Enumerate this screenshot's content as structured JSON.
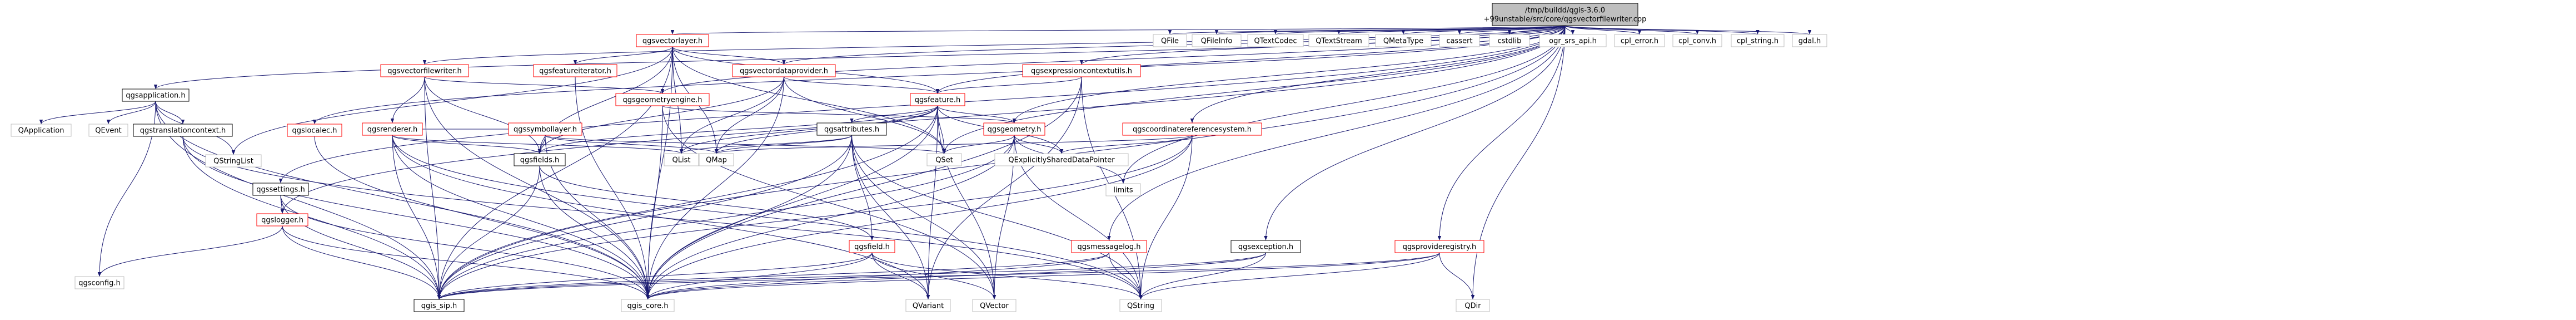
{
  "colors": {
    "edge": "#191970",
    "root_fill": "#bfbfbf",
    "node_border_default": "#000000",
    "node_border_red": "#ff0000",
    "node_fill": "#ffffff",
    "text_default": "#000000"
  },
  "nodes": [
    {
      "id": "root",
      "lines": [
        "/tmp/buildd/qgis-3.6.0",
        "+99unstable/src/core/qgsvectorfilewriter.cpp"
      ],
      "style": "root"
    },
    {
      "id": "qgsapplication",
      "lines": [
        "qgsapplication.h"
      ],
      "style": "black"
    },
    {
      "id": "qgsvectorfilewriter",
      "lines": [
        "qgsvectorfilewriter.h"
      ],
      "style": "red"
    },
    {
      "id": "qgslocalizer",
      "lines": [
        "qgslocalec.h"
      ],
      "style": "red"
    },
    {
      "id": "qgsvectorlayer",
      "lines": [
        "qgsvectorlayer.h"
      ],
      "style": "red"
    },
    {
      "id": "qgsfeatureiterator",
      "lines": [
        "qgsfeatureiterator.h"
      ],
      "style": "red"
    },
    {
      "id": "qgsgeometryengine",
      "lines": [
        "qgsgeometryengine.h"
      ],
      "style": "red"
    },
    {
      "id": "qgsvectordataprovider",
      "lines": [
        "qgsvectordataprovider.h"
      ],
      "style": "red"
    },
    {
      "id": "qgsexpressioncontextutils",
      "lines": [
        "qgsexpressioncontextutils.h"
      ],
      "style": "red"
    },
    {
      "id": "qgsfeature",
      "lines": [
        "qgsfeature.h"
      ],
      "style": "red"
    },
    {
      "id": "qgsgeometry",
      "lines": [
        "qgsgeometry.h"
      ],
      "style": "red"
    },
    {
      "id": "qgscoordinatereferencesystem",
      "lines": [
        "qgscoordinatereferencesystem.h"
      ],
      "style": "red"
    },
    {
      "id": "qgsrenderer",
      "lines": [
        "qgsrenderer.h"
      ],
      "style": "red"
    },
    {
      "id": "qgssymbollayer",
      "lines": [
        "qgssymbollayer.h"
      ],
      "style": "red"
    },
    {
      "id": "qgsattributes",
      "lines": [
        "qgsattributes.h"
      ],
      "style": "black"
    },
    {
      "id": "qgsfields",
      "lines": [
        "qgsfields.h"
      ],
      "style": "black"
    },
    {
      "id": "qgsfield",
      "lines": [
        "qgsfield.h"
      ],
      "style": "red"
    },
    {
      "id": "qgssettings",
      "lines": [
        "qgssettings.h"
      ],
      "style": "black"
    },
    {
      "id": "qgslogger",
      "lines": [
        "qgslogger.h"
      ],
      "style": "red"
    },
    {
      "id": "qgsmessagelog",
      "lines": [
        "qgsmessagelog.h"
      ],
      "style": "red"
    },
    {
      "id": "qgsexception",
      "lines": [
        "qgsexception.h"
      ],
      "style": "black"
    },
    {
      "id": "qgsprovideregistry",
      "lines": [
        "qgsprovideregistry.h"
      ],
      "style": "red"
    },
    {
      "id": "qgstranslationcontext",
      "lines": [
        "qgstranslationcontext.h"
      ],
      "style": "black"
    },
    {
      "id": "qgsconfig",
      "lines": [
        "qgsconfig.h"
      ],
      "style": "gray"
    },
    {
      "id": "qgis_sip",
      "lines": [
        "qgis_sip.h"
      ],
      "style": "black"
    },
    {
      "id": "qgis_core",
      "lines": [
        "qgis_core.h"
      ],
      "style": "gray"
    },
    {
      "id": "QApplication",
      "lines": [
        "QApplication"
      ],
      "style": "gray"
    },
    {
      "id": "QEvent",
      "lines": [
        "QEvent"
      ],
      "style": "gray"
    },
    {
      "id": "QStringList",
      "lines": [
        "QStringList"
      ],
      "style": "gray"
    },
    {
      "id": "QList",
      "lines": [
        "QList"
      ],
      "style": "gray"
    },
    {
      "id": "QMap",
      "lines": [
        "QMap"
      ],
      "style": "gray"
    },
    {
      "id": "QSet",
      "lines": [
        "QSet"
      ],
      "style": "gray"
    },
    {
      "id": "QExplicitlySharedDataPointer",
      "lines": [
        "QExplicitlySharedDataPointer"
      ],
      "style": "gray"
    },
    {
      "id": "limits",
      "lines": [
        "limits"
      ],
      "style": "gray"
    },
    {
      "id": "QVariant",
      "lines": [
        "QVariant"
      ],
      "style": "gray"
    },
    {
      "id": "QVector",
      "lines": [
        "QVector"
      ],
      "style": "gray"
    },
    {
      "id": "QString",
      "lines": [
        "QString"
      ],
      "style": "gray"
    },
    {
      "id": "QDir",
      "lines": [
        "QDir"
      ],
      "style": "gray"
    },
    {
      "id": "QFile",
      "lines": [
        "QFile"
      ],
      "style": "gray"
    },
    {
      "id": "QFileInfo",
      "lines": [
        "QFileInfo"
      ],
      "style": "gray"
    },
    {
      "id": "QTextCodec",
      "lines": [
        "QTextCodec"
      ],
      "style": "gray"
    },
    {
      "id": "QTextStream",
      "lines": [
        "QTextStream"
      ],
      "style": "gray"
    },
    {
      "id": "QMetaType",
      "lines": [
        "QMetaType"
      ],
      "style": "gray"
    },
    {
      "id": "cassert",
      "lines": [
        "cassert"
      ],
      "style": "gray"
    },
    {
      "id": "cstdlib",
      "lines": [
        "cstdlib"
      ],
      "style": "gray"
    },
    {
      "id": "ogr_srs_api",
      "lines": [
        "ogr_srs_api.h"
      ],
      "style": "gray"
    },
    {
      "id": "cpl_error",
      "lines": [
        "cpl_error.h"
      ],
      "style": "gray"
    },
    {
      "id": "cpl_conv",
      "lines": [
        "cpl_conv.h"
      ],
      "style": "gray"
    },
    {
      "id": "cpl_string",
      "lines": [
        "cpl_string.h"
      ],
      "style": "gray"
    },
    {
      "id": "gdal",
      "lines": [
        "gdal.h"
      ],
      "style": "gray"
    }
  ],
  "edges": [
    [
      "root",
      "qgsapplication"
    ],
    [
      "root",
      "qgsvectorfilewriter"
    ],
    [
      "root",
      "qgslocalizer"
    ],
    [
      "root",
      "qgsvectorlayer"
    ],
    [
      "root",
      "qgsvectordataprovider"
    ],
    [
      "root",
      "qgsexpressioncontextutils"
    ],
    [
      "root",
      "qgsfeature"
    ],
    [
      "root",
      "qgsgeometry"
    ],
    [
      "root",
      "qgscoordinatereferencesystem"
    ],
    [
      "root",
      "qgsprovideregistry"
    ],
    [
      "root",
      "qgsexception"
    ],
    [
      "root",
      "qgssettings"
    ],
    [
      "root",
      "qgslogger"
    ],
    [
      "root",
      "qgsmessagelog"
    ],
    [
      "root",
      "qgsgeometryengine"
    ],
    [
      "root",
      "qgis_sip"
    ],
    [
      "root",
      "QDir"
    ],
    [
      "root",
      "QFile"
    ],
    [
      "root",
      "QFileInfo"
    ],
    [
      "root",
      "QTextCodec"
    ],
    [
      "root",
      "QTextStream"
    ],
    [
      "root",
      "QMetaType"
    ],
    [
      "root",
      "cassert"
    ],
    [
      "root",
      "cstdlib"
    ],
    [
      "root",
      "ogr_srs_api"
    ],
    [
      "root",
      "cpl_error"
    ],
    [
      "root",
      "cpl_conv"
    ],
    [
      "root",
      "cpl_string"
    ],
    [
      "root",
      "gdal"
    ],
    [
      "root",
      "limits"
    ],
    [
      "root",
      "QSet"
    ],
    [
      "qgsapplication",
      "QApplication"
    ],
    [
      "qgsapplication",
      "QEvent"
    ],
    [
      "qgsapplication",
      "QStringList"
    ],
    [
      "qgsapplication",
      "qgstranslationcontext"
    ],
    [
      "qgsapplication",
      "qgsconfig"
    ],
    [
      "qgsapplication",
      "qgis_sip"
    ],
    [
      "qgsapplication",
      "qgis_core"
    ],
    [
      "qgstranslationcontext",
      "qgis_core"
    ],
    [
      "qgstranslationcontext",
      "qgis_sip"
    ],
    [
      "qgstranslationcontext",
      "QString"
    ],
    [
      "qgsvectorfilewriter",
      "qgsrenderer"
    ],
    [
      "qgsvectorfilewriter",
      "qgsgeometryengine"
    ],
    [
      "qgsvectorfilewriter",
      "qgsfields"
    ],
    [
      "qgsvectorfilewriter",
      "qgis_core"
    ],
    [
      "qgsvectorfilewriter",
      "qgis_sip"
    ],
    [
      "qgslocalizer",
      "qgis_core"
    ],
    [
      "qgsvectorlayer",
      "qgsfeatureiterator"
    ],
    [
      "qgsvectorlayer",
      "qgsvectordataprovider"
    ],
    [
      "qgsvectorlayer",
      "qgsfeature"
    ],
    [
      "qgsvectorlayer",
      "qgsfields"
    ],
    [
      "qgsvectorlayer",
      "QStringList"
    ],
    [
      "qgsvectorlayer",
      "QList"
    ],
    [
      "qgsvectorlayer",
      "QMap"
    ],
    [
      "qgsvectorlayer",
      "QSet"
    ],
    [
      "qgsvectorlayer",
      "qgis_core"
    ],
    [
      "qgsvectorlayer",
      "qgis_sip"
    ],
    [
      "qgsfeatureiterator",
      "qgis_core"
    ],
    [
      "qgsgeometryengine",
      "qgsgeometry"
    ],
    [
      "qgsgeometryengine",
      "qgis_core"
    ],
    [
      "qgsgeometryengine",
      "QVector"
    ],
    [
      "qgsvectordataprovider",
      "qgsfeature"
    ],
    [
      "qgsvectordataprovider",
      "qgsfields"
    ],
    [
      "qgsvectordataprovider",
      "QSet"
    ],
    [
      "qgsvectordataprovider",
      "QMap"
    ],
    [
      "qgsvectordataprovider",
      "QList"
    ],
    [
      "qgsvectordataprovider",
      "qgis_core"
    ],
    [
      "qgsexpressioncontextutils",
      "qgsfeature"
    ],
    [
      "qgsexpressioncontextutils",
      "qgis_core"
    ],
    [
      "qgsexpressioncontextutils",
      "QString"
    ],
    [
      "qgsexpressioncontextutils",
      "QVariant"
    ],
    [
      "qgsfeature",
      "qgsgeometry"
    ],
    [
      "qgsfeature",
      "qgsattributes"
    ],
    [
      "qgsfeature",
      "qgsfields"
    ],
    [
      "qgsfeature",
      "QExplicitlySharedDataPointer"
    ],
    [
      "qgsfeature",
      "QList"
    ],
    [
      "qgsfeature",
      "QMap"
    ],
    [
      "qgsfeature",
      "QSet"
    ],
    [
      "qgsfeature",
      "QVariant"
    ],
    [
      "qgsfeature",
      "QVector"
    ],
    [
      "qgsfeature",
      "qgis_core"
    ],
    [
      "qgsfeature",
      "qgis_sip"
    ],
    [
      "qgsgeometry",
      "QSet"
    ],
    [
      "qgsgeometry",
      "QExplicitlySharedDataPointer"
    ],
    [
      "qgsgeometry",
      "QString"
    ],
    [
      "qgsgeometry",
      "QVector"
    ],
    [
      "qgsgeometry",
      "limits"
    ],
    [
      "qgsgeometry",
      "qgis_core"
    ],
    [
      "qgsgeometry",
      "qgis_sip"
    ],
    [
      "qgscoordinatereferencesystem",
      "QString"
    ],
    [
      "qgscoordinatereferencesystem",
      "QMap"
    ],
    [
      "qgscoordinatereferencesystem",
      "qgis_core"
    ],
    [
      "qgscoordinatereferencesystem",
      "qgis_sip"
    ],
    [
      "qgscoordinatereferencesystem",
      "QExplicitlySharedDataPointer"
    ],
    [
      "qgsrenderer",
      "qgssymbollayer"
    ],
    [
      "qgsrenderer",
      "qgsfields"
    ],
    [
      "qgsrenderer",
      "QList"
    ],
    [
      "qgsrenderer",
      "QString"
    ],
    [
      "qgsrenderer",
      "QVariant"
    ],
    [
      "qgsrenderer",
      "qgis_core"
    ],
    [
      "qgsrenderer",
      "qgis_sip"
    ],
    [
      "qgssymbollayer",
      "qgsfields"
    ],
    [
      "qgssymbollayer",
      "QMap"
    ],
    [
      "qgssymbollayer",
      "QSet"
    ],
    [
      "qgssymbollayer",
      "qgis_core"
    ],
    [
      "qgsattributes",
      "QList"
    ],
    [
      "qgsattributes",
      "QMap"
    ],
    [
      "qgsattributes",
      "QString"
    ],
    [
      "qgsattributes",
      "QVariant"
    ],
    [
      "qgsattributes",
      "QVector"
    ],
    [
      "qgsattributes",
      "qgis_core"
    ],
    [
      "qgsattributes",
      "qgis_sip"
    ],
    [
      "qgsattributes",
      "qgsfield"
    ],
    [
      "qgsfields",
      "qgsfield"
    ],
    [
      "qgsfields",
      "qgis_core"
    ],
    [
      "qgsfields",
      "qgis_sip"
    ],
    [
      "qgsfield",
      "QString"
    ],
    [
      "qgsfield",
      "QVariant"
    ],
    [
      "qgsfield",
      "QVector"
    ],
    [
      "qgsfield",
      "qgis_core"
    ],
    [
      "qgsfield",
      "qgis_sip"
    ],
    [
      "qgssettings",
      "qgslogger"
    ],
    [
      "qgssettings",
      "qgis_core"
    ],
    [
      "qgssettings",
      "qgis_sip"
    ],
    [
      "qgslogger",
      "qgsconfig"
    ],
    [
      "qgslogger",
      "qgis_core"
    ],
    [
      "qgslogger",
      "qgis_sip"
    ],
    [
      "qgsmessagelog",
      "qgis_core"
    ],
    [
      "qgsmessagelog",
      "QString"
    ],
    [
      "qgsmessagelog",
      "qgis_sip"
    ],
    [
      "qgsexception",
      "QString"
    ],
    [
      "qgsexception",
      "qgis_core"
    ],
    [
      "qgsexception",
      "qgis_sip"
    ],
    [
      "qgsprovideregistry",
      "QDir"
    ],
    [
      "qgsprovideregistry",
      "QString"
    ],
    [
      "qgsprovideregistry",
      "qgis_core"
    ],
    [
      "qgsprovideregistry",
      "qgis_sip"
    ]
  ]
}
